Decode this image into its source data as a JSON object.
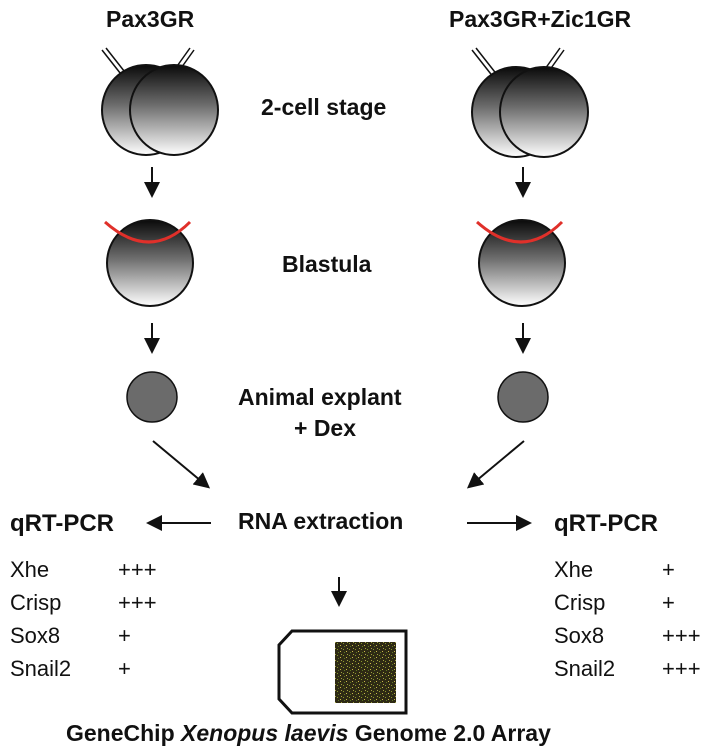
{
  "columns": {
    "left": {
      "title": "Pax3GR"
    },
    "right": {
      "title": "Pax3GR+Zic1GR"
    }
  },
  "stages": {
    "two_cell": "2-cell stage",
    "blastula": "Blastula",
    "explant_line1": "Animal explant",
    "explant_line2": "+ Dex",
    "rna": "RNA extraction"
  },
  "qrt_pcr": {
    "left": {
      "heading": "qRT-PCR",
      "rows": [
        {
          "gene": "Xhe",
          "level": "+++"
        },
        {
          "gene": "Crisp",
          "level": "+++"
        },
        {
          "gene": "Sox8",
          "level": "+"
        },
        {
          "gene": "Snail2",
          "level": "+"
        }
      ]
    },
    "right": {
      "heading": "qRT-PCR",
      "rows": [
        {
          "gene": "Xhe",
          "level": "+"
        },
        {
          "gene": "Crisp",
          "level": "+"
        },
        {
          "gene": "Sox8",
          "level": "+++"
        },
        {
          "gene": "Snail2",
          "level": "+++"
        }
      ]
    }
  },
  "footer": {
    "part1": "GeneChip ",
    "italic": "Xenopus laevis",
    "part2": " Genome 2.0 Array"
  },
  "colors": {
    "cut_line": "#e0302a",
    "explant_fill": "#6b6b6b",
    "chip_fill": "#2e2a14"
  }
}
